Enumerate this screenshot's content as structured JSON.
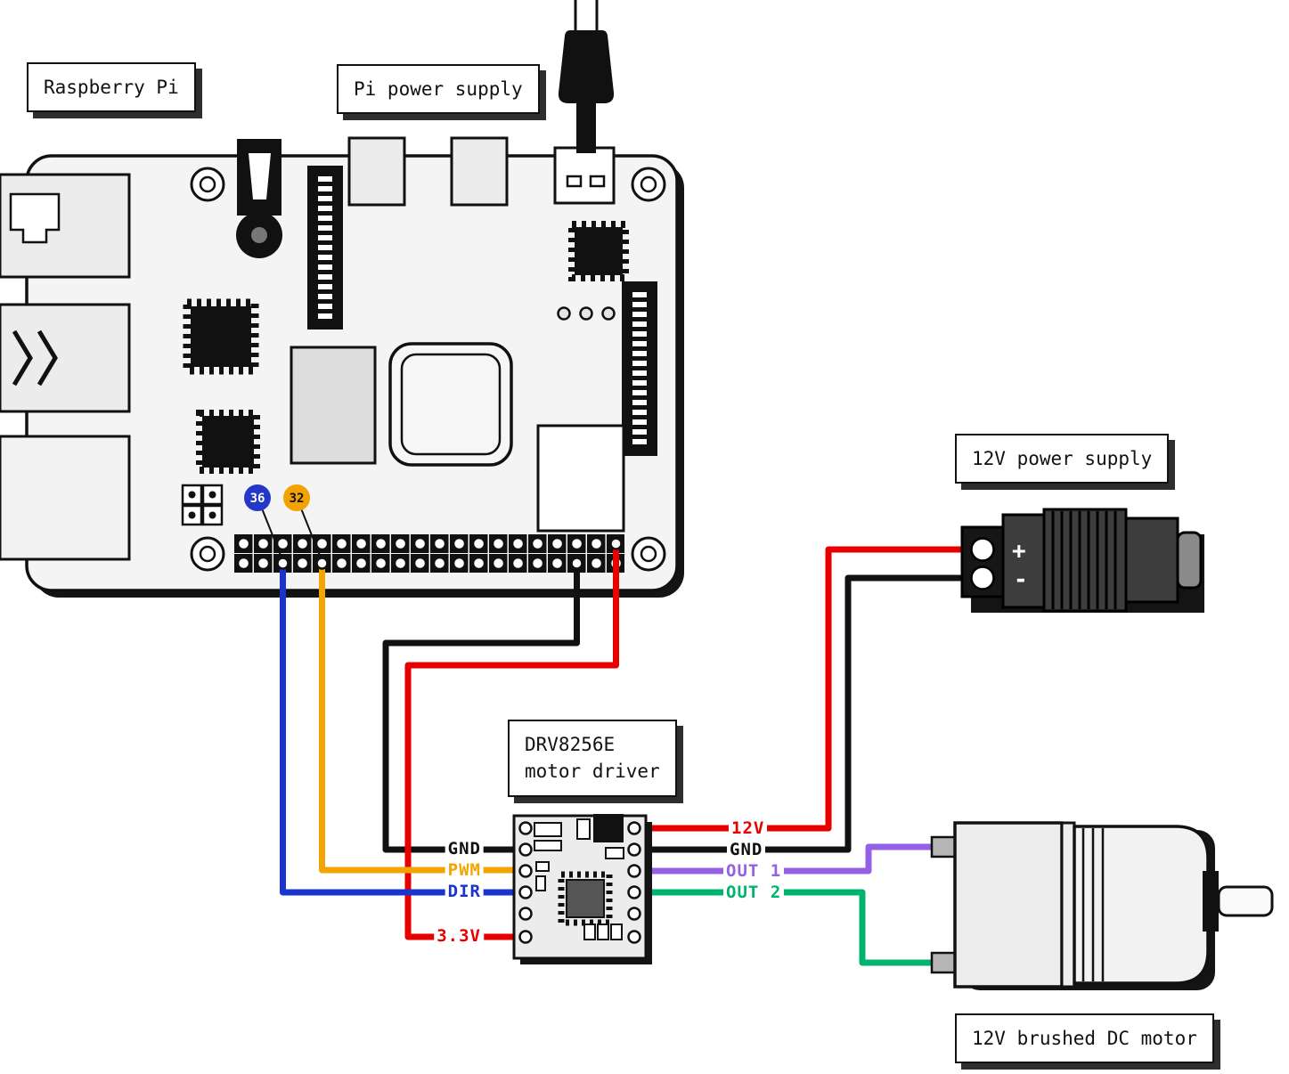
{
  "labels": {
    "raspberry_pi": "Raspberry Pi",
    "pi_power_supply": "Pi power supply",
    "supply_12v": "12V power supply",
    "motor": "12V brushed DC motor"
  },
  "driver": {
    "name_line1": "DRV8256E",
    "name_line2": "motor driver",
    "pins_left": [
      {
        "label": "GND",
        "color": "#111111"
      },
      {
        "label": "PWM",
        "color": "#f4a400"
      },
      {
        "label": "DIR",
        "color": "#1a35cc"
      },
      {
        "label": "3.3V",
        "color": "#e60000"
      }
    ],
    "pins_right": [
      {
        "label": "12V",
        "color": "#e60000"
      },
      {
        "label": "GND",
        "color": "#111111"
      },
      {
        "label": "OUT 1",
        "color": "#9560e6"
      },
      {
        "label": "OUT 2",
        "color": "#00b46e"
      }
    ]
  },
  "gpio": {
    "badge36": "36",
    "badge32": "32"
  },
  "supply": {
    "plus": "+",
    "minus": "-"
  },
  "colors": {
    "wire_red": "#e60000",
    "wire_black": "#111111",
    "wire_blue": "#1a35cc",
    "wire_orange": "#f4a400",
    "wire_purple": "#9560e6",
    "wire_green": "#00b46e",
    "badge_blue": "#2438c8",
    "badge_orange": "#f2a202"
  }
}
